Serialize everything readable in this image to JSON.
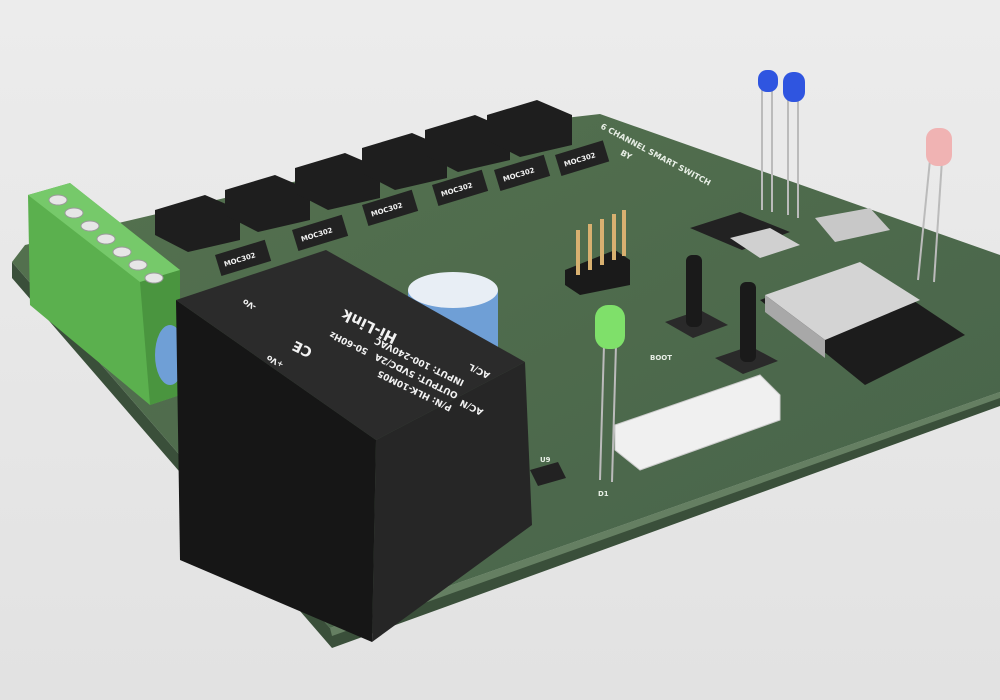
{
  "scene": {
    "subject": "pcb-render",
    "colors": {
      "background": "#e9e9e9",
      "pcb": "#4d6a4c",
      "pcb_edge": "#3b523b",
      "terminal": "#5bb04e",
      "module": "#202020",
      "capacitor": "#6f9fd6",
      "led_blue": "#2f55e0",
      "led_green": "#7fe06a",
      "led_red": "#f0b3b3"
    }
  },
  "board": {
    "title": "6 CHANNEL SMART SWITCH",
    "by": "BY"
  },
  "optocouplers": [
    "MOC302",
    "MOC302",
    "MOC302",
    "MOC302",
    "MOC302",
    "MOC302"
  ],
  "power_module": {
    "brand": "Hi-Link",
    "part_number": "P/N: HLK-10M05",
    "output": "OUTPUT: 5VDC/2A",
    "input": "INPUT: 100-240VAC",
    "frequency": "50-60Hz",
    "pin_acl": "AC/L",
    "pin_acn": "AC/N",
    "pin_vplus": "+Vo",
    "pin_vminus": "-Vo",
    "ce_mark": "CE"
  },
  "silkscreen": {
    "boot": "BOOT",
    "d1": "D1",
    "u9": "U9"
  }
}
